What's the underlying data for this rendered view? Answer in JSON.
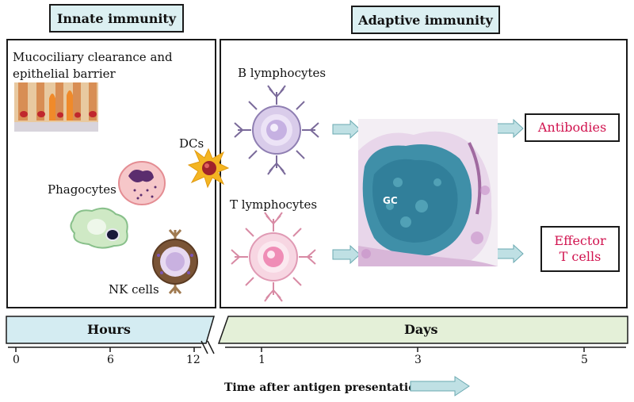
{
  "headers": {
    "innate": "Innate immunity",
    "adaptive": "Adaptive immunity"
  },
  "innate_panel": {
    "mucociliary_line1": "Mucociliary clearance and",
    "mucociliary_line2": "epithelial barrier",
    "phagocytes": "Phagocytes",
    "dcs": "DCs",
    "nk_cells": "NK cells"
  },
  "adaptive_panel": {
    "b_lymphocytes": "B lymphocytes",
    "t_lymphocytes": "T lymphocytes",
    "gc": "GC",
    "antibodies": "Antibodies",
    "effector_line1": "Effector",
    "effector_line2": "T cells"
  },
  "timeline": {
    "hours_label": "Hours",
    "days_label": "Days",
    "hour_ticks": [
      "0",
      "6",
      "12"
    ],
    "day_ticks": [
      "1",
      "3",
      "5"
    ],
    "axis_title": "Time after antigen presentation"
  },
  "colors": {
    "header_bg": "#dcf0f2",
    "output_text": "#d1134f",
    "hours_bar": "#d4ecf2",
    "days_bar": "#e4f0d8",
    "arrow": "#bfe0e4"
  }
}
